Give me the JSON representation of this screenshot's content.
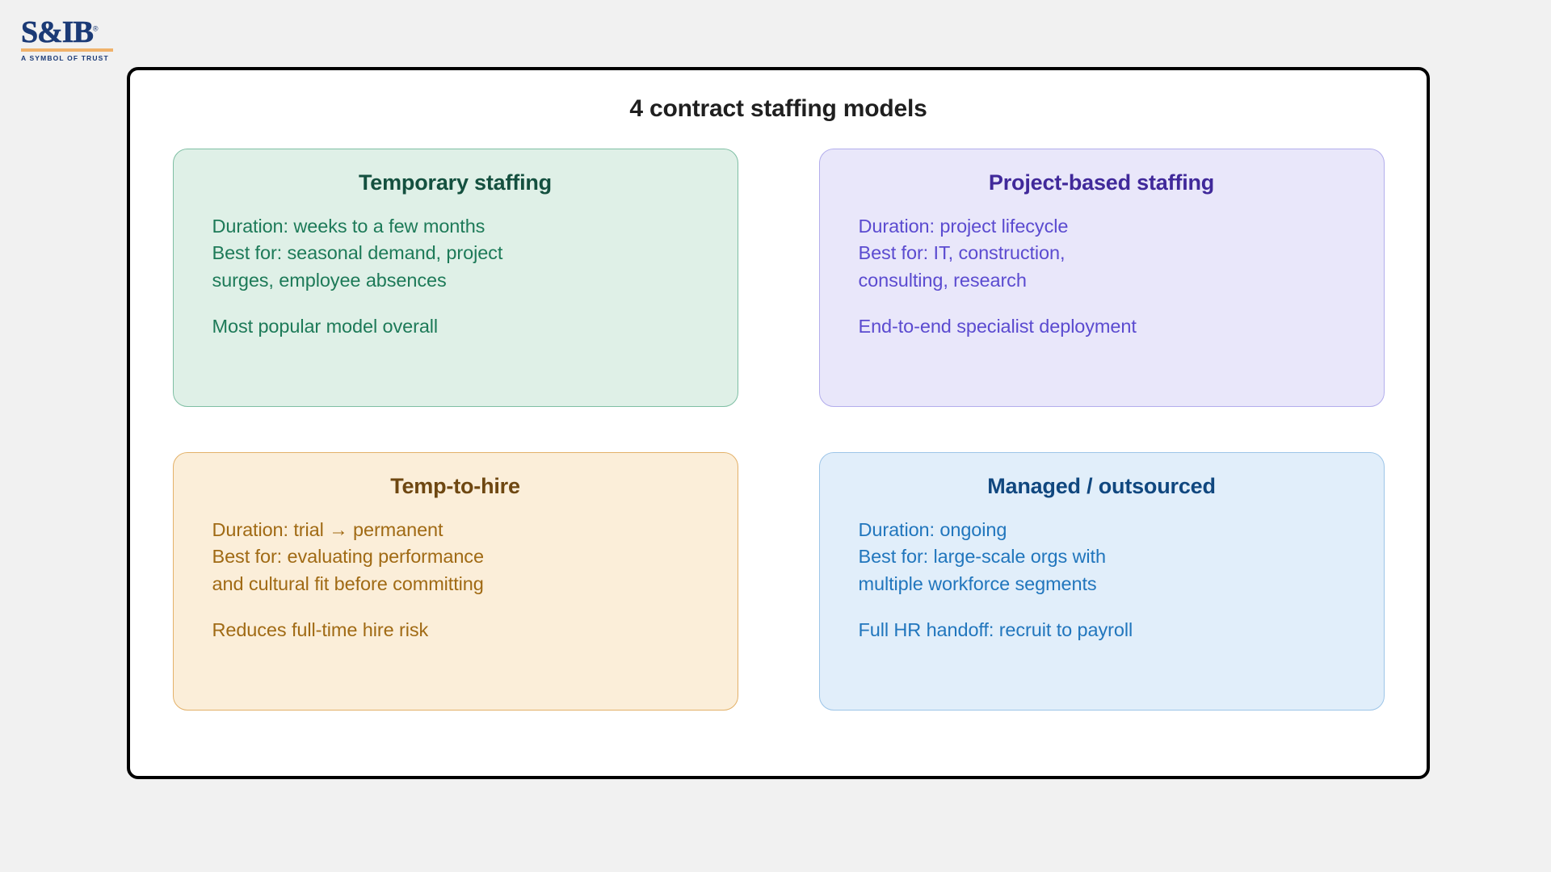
{
  "brand": {
    "name": "S&IB",
    "registered_mark": "®",
    "tagline": "A SYMBOL OF TRUST",
    "color": "#1b3a76",
    "rule_color": "#f0b26b"
  },
  "panel": {
    "title": "4 contract staffing models",
    "background": "#ffffff",
    "border_color": "#000000"
  },
  "page": {
    "background": "#f1f1f1"
  },
  "cards": [
    {
      "id": "temporary-staffing",
      "title": "Temporary staffing",
      "lines": [
        "Duration: weeks to a few months",
        "Best for: seasonal demand, project",
        "surges, employee absences"
      ],
      "highlight": "Most popular model overall",
      "background": "#dff0e7",
      "border_color": "#7fbfa4",
      "title_color": "#14503f",
      "text_color": "#1d7a58"
    },
    {
      "id": "project-based-staffing",
      "title": "Project-based staffing",
      "lines": [
        "Duration: project lifecycle",
        "Best for: IT, construction,",
        "consulting, research"
      ],
      "highlight": "End-to-end specialist deployment",
      "background": "#e9e7fa",
      "border_color": "#b3aeec",
      "title_color": "#40299a",
      "text_color": "#5b4bd0"
    },
    {
      "id": "temp-to-hire",
      "title": "Temp-to-hire",
      "lines": [
        "Duration: trial → permanent",
        "Best for: evaluating performance",
        "and cultural fit before committing"
      ],
      "highlight": "Reduces full-time hire risk",
      "background": "#fbeed9",
      "border_color": "#e3b169",
      "title_color": "#6e4711",
      "text_color": "#a06a14"
    },
    {
      "id": "managed-outsourced",
      "title": "Managed / outsourced",
      "lines": [
        "Duration: ongoing",
        "Best for: large-scale orgs with",
        "multiple workforce segments"
      ],
      "highlight": "Full HR handoff: recruit to payroll",
      "background": "#e1eefa",
      "border_color": "#9dc5e8",
      "title_color": "#10477f",
      "text_color": "#2176bd"
    }
  ]
}
